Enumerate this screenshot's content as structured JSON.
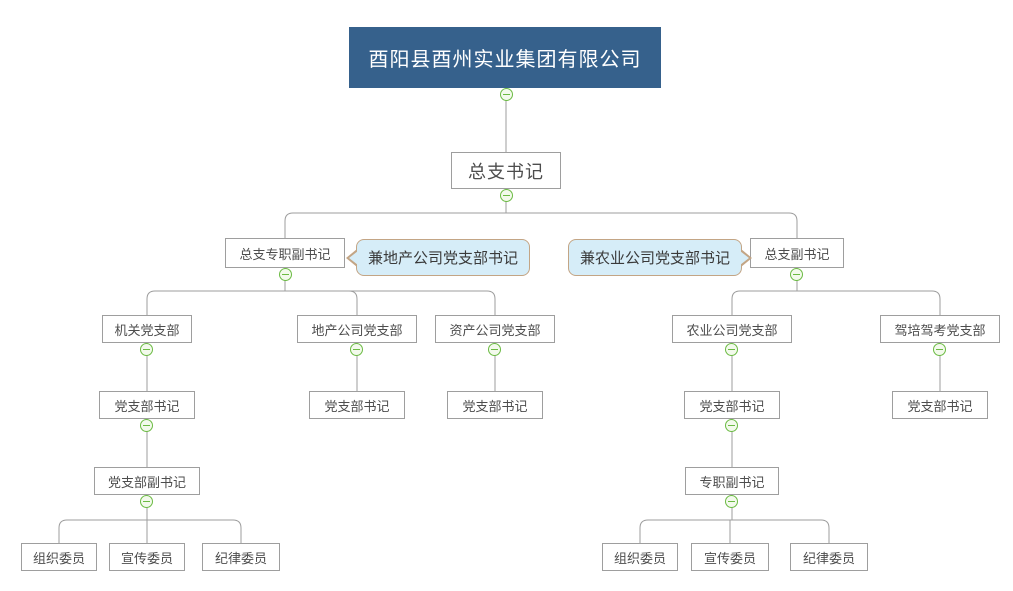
{
  "org": {
    "title": "酉阳县酉州实业集团有限公司",
    "nodes": [
      {
        "id": "company-root",
        "label": "酉阳县酉州实业集团有限公司"
      },
      {
        "id": "general-branch-secretary",
        "label": "总支书记"
      },
      {
        "id": "full-time-deputy-secretary",
        "label": "总支专职副书记"
      },
      {
        "id": "deputy-secretary",
        "label": "总支副书记"
      },
      {
        "id": "office-party-branch",
        "label": "机关党支部"
      },
      {
        "id": "real-estate-party-branch",
        "label": "地产公司党支部"
      },
      {
        "id": "asset-party-branch",
        "label": "资产公司党支部"
      },
      {
        "id": "agriculture-party-branch",
        "label": "农业公司党支部"
      },
      {
        "id": "driving-party-branch",
        "label": "驾培驾考党支部"
      },
      {
        "id": "office-branch-secretary",
        "label": "党支部书记"
      },
      {
        "id": "real-estate-branch-secretary",
        "label": "党支部书记"
      },
      {
        "id": "asset-branch-secretary",
        "label": "党支部书记"
      },
      {
        "id": "agriculture-branch-secretary",
        "label": "党支部书记"
      },
      {
        "id": "driving-branch-secretary",
        "label": "党支部书记"
      },
      {
        "id": "office-deputy-branch-secretary",
        "label": "党支部副书记"
      },
      {
        "id": "agri-full-time-deputy-secretary",
        "label": "专职副书记"
      },
      {
        "id": "left-organization-member",
        "label": "组织委员"
      },
      {
        "id": "left-publicity-member",
        "label": "宣传委员"
      },
      {
        "id": "left-discipline-member",
        "label": "纪律委员"
      },
      {
        "id": "right-organization-member",
        "label": "组织委员"
      },
      {
        "id": "right-publicity-member",
        "label": "宣传委员"
      },
      {
        "id": "right-discipline-member",
        "label": "纪律委员"
      }
    ],
    "callouts": [
      {
        "id": "real-estate-concurrent-callout",
        "label": "兼地产公司党支部书记",
        "attached_to": "总支专职副书记",
        "pointer": "left"
      },
      {
        "id": "agriculture-concurrent-callout",
        "label": "兼农业公司党支部书记",
        "attached_to": "总支副书记",
        "pointer": "right"
      }
    ],
    "edges": [
      [
        0,
        1
      ],
      [
        1,
        2
      ],
      [
        1,
        3
      ],
      [
        2,
        4
      ],
      [
        2,
        5
      ],
      [
        2,
        6
      ],
      [
        3,
        7
      ],
      [
        3,
        8
      ],
      [
        4,
        9
      ],
      [
        5,
        10
      ],
      [
        6,
        11
      ],
      [
        7,
        12
      ],
      [
        8,
        13
      ],
      [
        9,
        14
      ],
      [
        12,
        15
      ],
      [
        14,
        16
      ],
      [
        14,
        17
      ],
      [
        14,
        18
      ],
      [
        15,
        19
      ],
      [
        15,
        20
      ],
      [
        15,
        21
      ]
    ],
    "toggles": {
      "state": "expanded",
      "symbol": "−",
      "count": 13
    },
    "colors": {
      "root_fill": "#36618c",
      "root_text": "#ffffff",
      "node_border": "#9e9e9e",
      "node_text": "#4d4d4d",
      "connector_line": "#9e9e9e",
      "toggle_green": "#6cbb44",
      "toggle_fill": "#f3faec",
      "callout_fill": "#d6edf8",
      "callout_border": "#c3a585"
    }
  }
}
